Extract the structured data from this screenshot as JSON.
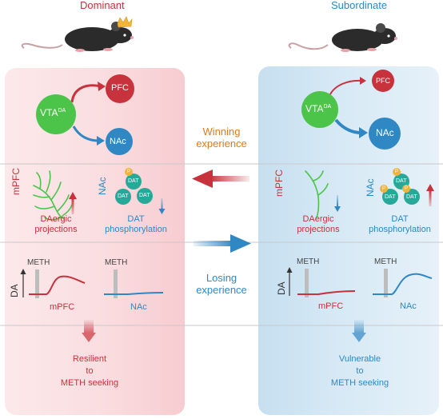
{
  "header": {
    "dominant_title": "Dominant",
    "subordinate_title": "Subordinate"
  },
  "nodes": {
    "vta": "VTA",
    "vta_sup": "DA",
    "pfc": "PFC",
    "nac": "NAc"
  },
  "middle": {
    "winning_line1": "Winning",
    "winning_line2": "experience",
    "losing_line1": "Losing",
    "losing_line2": "experience"
  },
  "dominant": {
    "mpfc_label": "mPFC",
    "nac_label": "NAc",
    "dat_label": "DAT",
    "p_label": "P",
    "projections_line1": "DAergic",
    "projections_line2": "projections",
    "phospho_line1": "DAT",
    "phospho_line2": "phosphorylation",
    "da_axis": "DA",
    "meth_left": "METH",
    "meth_right": "METH",
    "trace_mpfc": "mPFC",
    "trace_nac": "NAc",
    "outcome_line1": "Resilient",
    "outcome_line2": "to",
    "outcome_line3": "METH seeking"
  },
  "subordinate": {
    "mpfc_label": "mPFC",
    "nac_label": "NAc",
    "dat_label": "DAT",
    "p_label": "P",
    "projections_line1": "DAergic",
    "projections_line2": "projections",
    "phospho_line1": "DAT",
    "phospho_line2": "phosphorylation",
    "da_axis": "DA",
    "meth_left": "METH",
    "meth_right": "METH",
    "trace_mpfc": "mPFC",
    "trace_nac": "NAc",
    "outcome_line1": "Vulnerable",
    "outcome_line2": "to",
    "outcome_line3": "METH seeking"
  },
  "colors": {
    "red": "#c8323c",
    "blue": "#2f87c4",
    "green": "#4cc44a",
    "orange": "#e07a1f",
    "teal": "#27a99a",
    "gold": "#f0b43c"
  }
}
